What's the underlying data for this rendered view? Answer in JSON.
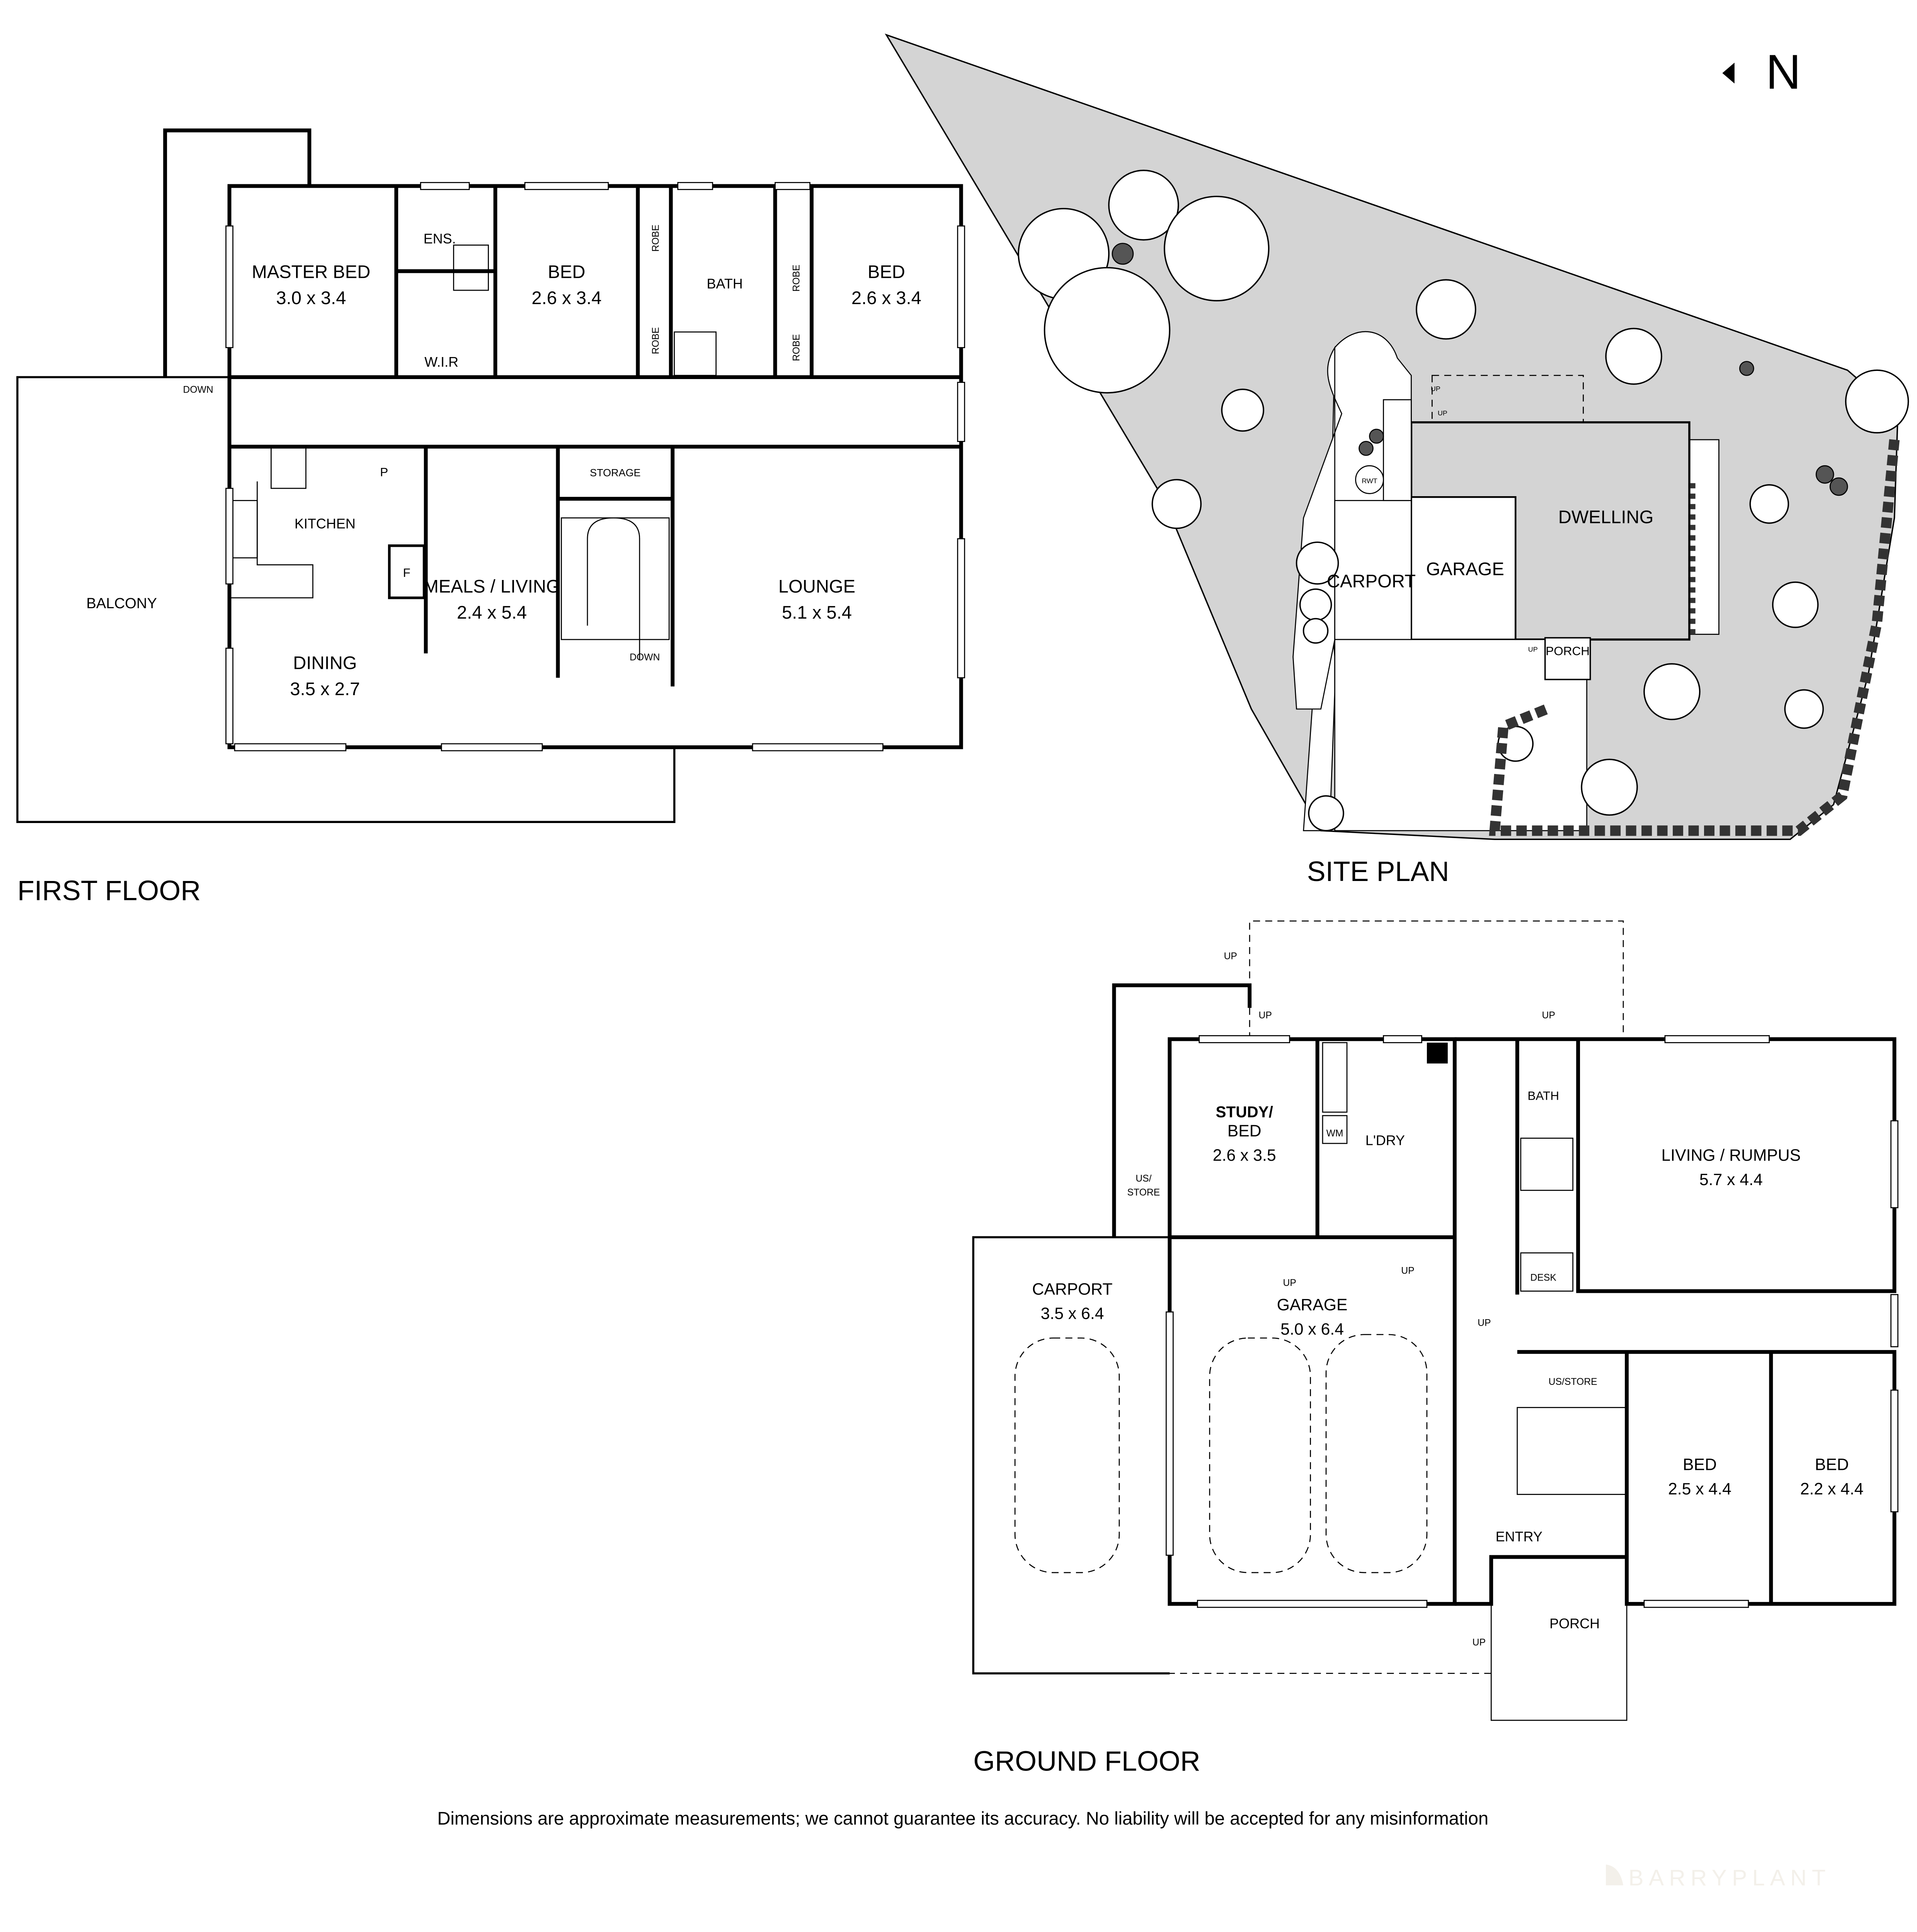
{
  "north": {
    "label": "N"
  },
  "site_plan": {
    "title": "SITE PLAN",
    "labels": {
      "dwelling": "DWELLING",
      "garage": "GARAGE",
      "carport": "CARPORT",
      "porch": "PORCH",
      "up1": "UP",
      "up2": "UP",
      "up3": "UP",
      "rwt": "RWT"
    },
    "colors": {
      "land": "#d4d4d4"
    }
  },
  "first_floor": {
    "title": "FIRST FLOOR",
    "rooms": {
      "master_bed": {
        "name": "MASTER BED",
        "size": "3.0 x 3.4"
      },
      "ens": {
        "name": "ENS."
      },
      "wir": {
        "name": "W.I.R"
      },
      "bed1": {
        "name": "BED",
        "size": "2.6 x 3.4"
      },
      "bath": {
        "name": "BATH"
      },
      "bed2": {
        "name": "BED",
        "size": "2.6 x 3.4"
      },
      "robe1": {
        "name": "ROBE"
      },
      "robe2": {
        "name": "ROBE"
      },
      "robe3": {
        "name": "ROBE"
      },
      "robe4": {
        "name": "ROBE"
      },
      "kitchen": {
        "name": "KITCHEN"
      },
      "pantry": {
        "name": "P"
      },
      "fridge": {
        "name": "F"
      },
      "meals_living": {
        "name": "MEALS / LIVING",
        "size": "2.4 x 5.4"
      },
      "storage": {
        "name": "STORAGE"
      },
      "lounge": {
        "name": "LOUNGE",
        "size": "5.1 x 5.4"
      },
      "dining": {
        "name": "DINING",
        "size": "3.5 x 2.7"
      },
      "balcony": {
        "name": "BALCONY"
      }
    },
    "stair_labels": {
      "down_ext": "DOWN",
      "down_int": "DOWN"
    }
  },
  "ground_floor": {
    "title": "GROUND FLOOR",
    "rooms": {
      "study": {
        "name": "STUDY/",
        "name2": "BED",
        "size": "2.6 x 3.5"
      },
      "ldry": {
        "name": "L'DRY"
      },
      "wm": {
        "name": "WM"
      },
      "bath": {
        "name": "BATH"
      },
      "living_rumpus": {
        "name": "LIVING / RUMPUS",
        "size": "5.7 x 4.4"
      },
      "us_store1": {
        "name": "US/",
        "name2": "STORE"
      },
      "carport": {
        "name": "CARPORT",
        "size": "3.5 x 6.4"
      },
      "garage": {
        "name": "GARAGE",
        "size": "5.0 x 6.4"
      },
      "desk": {
        "name": "DESK"
      },
      "us_store2": {
        "name": "US/STORE"
      },
      "bed1": {
        "name": "BED",
        "size": "2.5 x 4.4"
      },
      "bed2": {
        "name": "BED",
        "size": "2.2 x 4.4"
      },
      "entry": {
        "name": "ENTRY"
      },
      "porch": {
        "name": "PORCH"
      }
    },
    "stair_labels": {
      "up1": "UP",
      "up2": "UP",
      "up3": "UP",
      "up4": "UP",
      "up5": "UP",
      "up6": "UP",
      "up7": "UP"
    }
  },
  "disclaimer": "Dimensions are approximate measurements; we cannot guarantee its accuracy. No liability will be accepted for any misinformation",
  "watermark": {
    "brand": "BARRYPLANT",
    "color": "#f3f0ea"
  }
}
